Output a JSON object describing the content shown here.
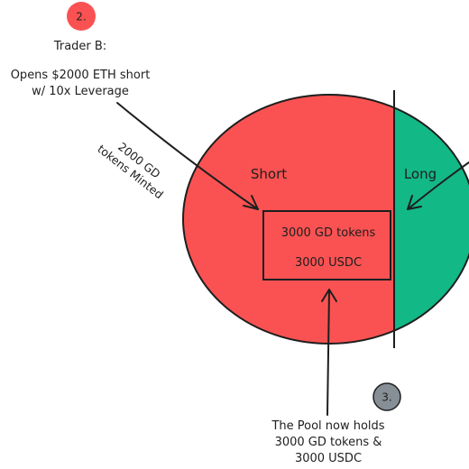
{
  "colors": {
    "short": "#fa5252",
    "long": "#12b886",
    "badge_step2": "#fa5252",
    "badge_step3": "#868e96",
    "stroke": "#1e1e1e"
  },
  "step2": {
    "badge": "2.",
    "title": "Trader B:",
    "line1": "Opens $2000 ETH short",
    "line2": "w/ 10x Leverage"
  },
  "minted_note": {
    "line1": "2000 GD",
    "line2": "tokens Minted"
  },
  "pool": {
    "short_label": "Short",
    "long_label": "Long",
    "box_line1": "3000 GD tokens",
    "box_line2": "3000 USDC"
  },
  "step3": {
    "badge": "3.",
    "line1": "The Pool now holds",
    "line2": "3000 GD tokens &",
    "line3": "3000 USDC"
  }
}
